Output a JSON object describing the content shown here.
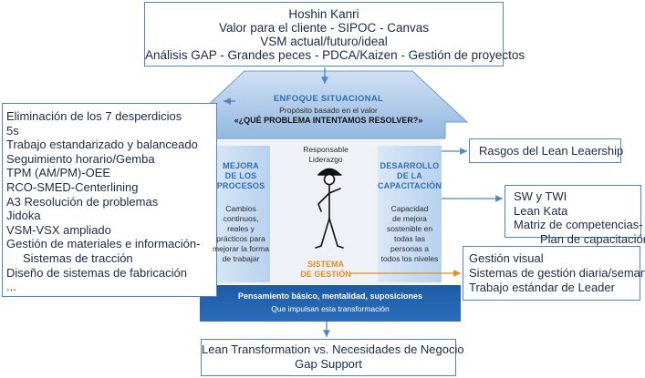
{
  "top_box": {
    "lines": [
      "Hoshin Kanri",
      "Valor para el cliente - SIPOC - Canvas",
      "VSM actual/futuro/ideal",
      "Análisis GAP - Grandes peces - PDCA/Kaizen - Gestión de proyectos"
    ]
  },
  "left_box": {
    "lines": [
      "Eliminación de los 7 desperdicios",
      "5s",
      "Trabajo estandarizado y balanceado",
      "Seguimiento horario/Gemba",
      "TPM (AM/PM)-OEE",
      "RCO-SMED-Centerlining",
      "A3 Resolución de problemas",
      "Jidoka",
      "VSM-VSX ampliado",
      "Gestión de materiales e información-",
      "Sistemas de tracción",
      "Diseño de sistemas de fabricación",
      "..."
    ]
  },
  "right_box1": {
    "text": "Rasgos del Lean Leaership"
  },
  "right_box2": {
    "lines": [
      "SW y TWI",
      "Lean Kata",
      "Matriz de competencias-",
      "Plan de capacitación"
    ]
  },
  "right_box3": {
    "lines": [
      "Gestión visual",
      "Sistemas de gestión diaria/semanal",
      "Trabajo estándar de Leader"
    ]
  },
  "bottom_box": {
    "lines": [
      "Lean Transformation vs. Necesidades de Negocio",
      "Gap Support"
    ]
  },
  "roof": {
    "title": "ENFOQUE SITUACIONAL",
    "subtitle": "Propósito basado en el valor",
    "question": "«¿QUÉ PROBLEMA INTENTAMOS RESOLVER?»"
  },
  "left_pillar": {
    "title": [
      "MEJORA",
      "DE LOS",
      "PROCESOS"
    ],
    "body": [
      "Cambios",
      "continuos,",
      "reales y",
      "prácticos para",
      "mejorar la forma",
      "de trabajar"
    ]
  },
  "right_pillar": {
    "title": [
      "DESARROLLO",
      "DE LA",
      "CAPACITACIÓN"
    ],
    "body": [
      "Capacidad",
      "de mejora",
      "sostenible en",
      "todas las",
      "personas a",
      "todos los niveles"
    ]
  },
  "center": {
    "leader_label": [
      "Responsable",
      "Liderazgo"
    ],
    "system_label": [
      "SISTEMA",
      "DE GESTIÓN"
    ]
  },
  "foundation": {
    "title": "Pensamiento básico, mentalidad, suposiciones",
    "subtitle": "Que impulsan esta transformación"
  },
  "colors": {
    "border": "#4d86c6",
    "roof": "#a9c8ea",
    "pillar": "#c9dcf0",
    "foundation": "#2460a7",
    "orange": "#e98a1e"
  }
}
